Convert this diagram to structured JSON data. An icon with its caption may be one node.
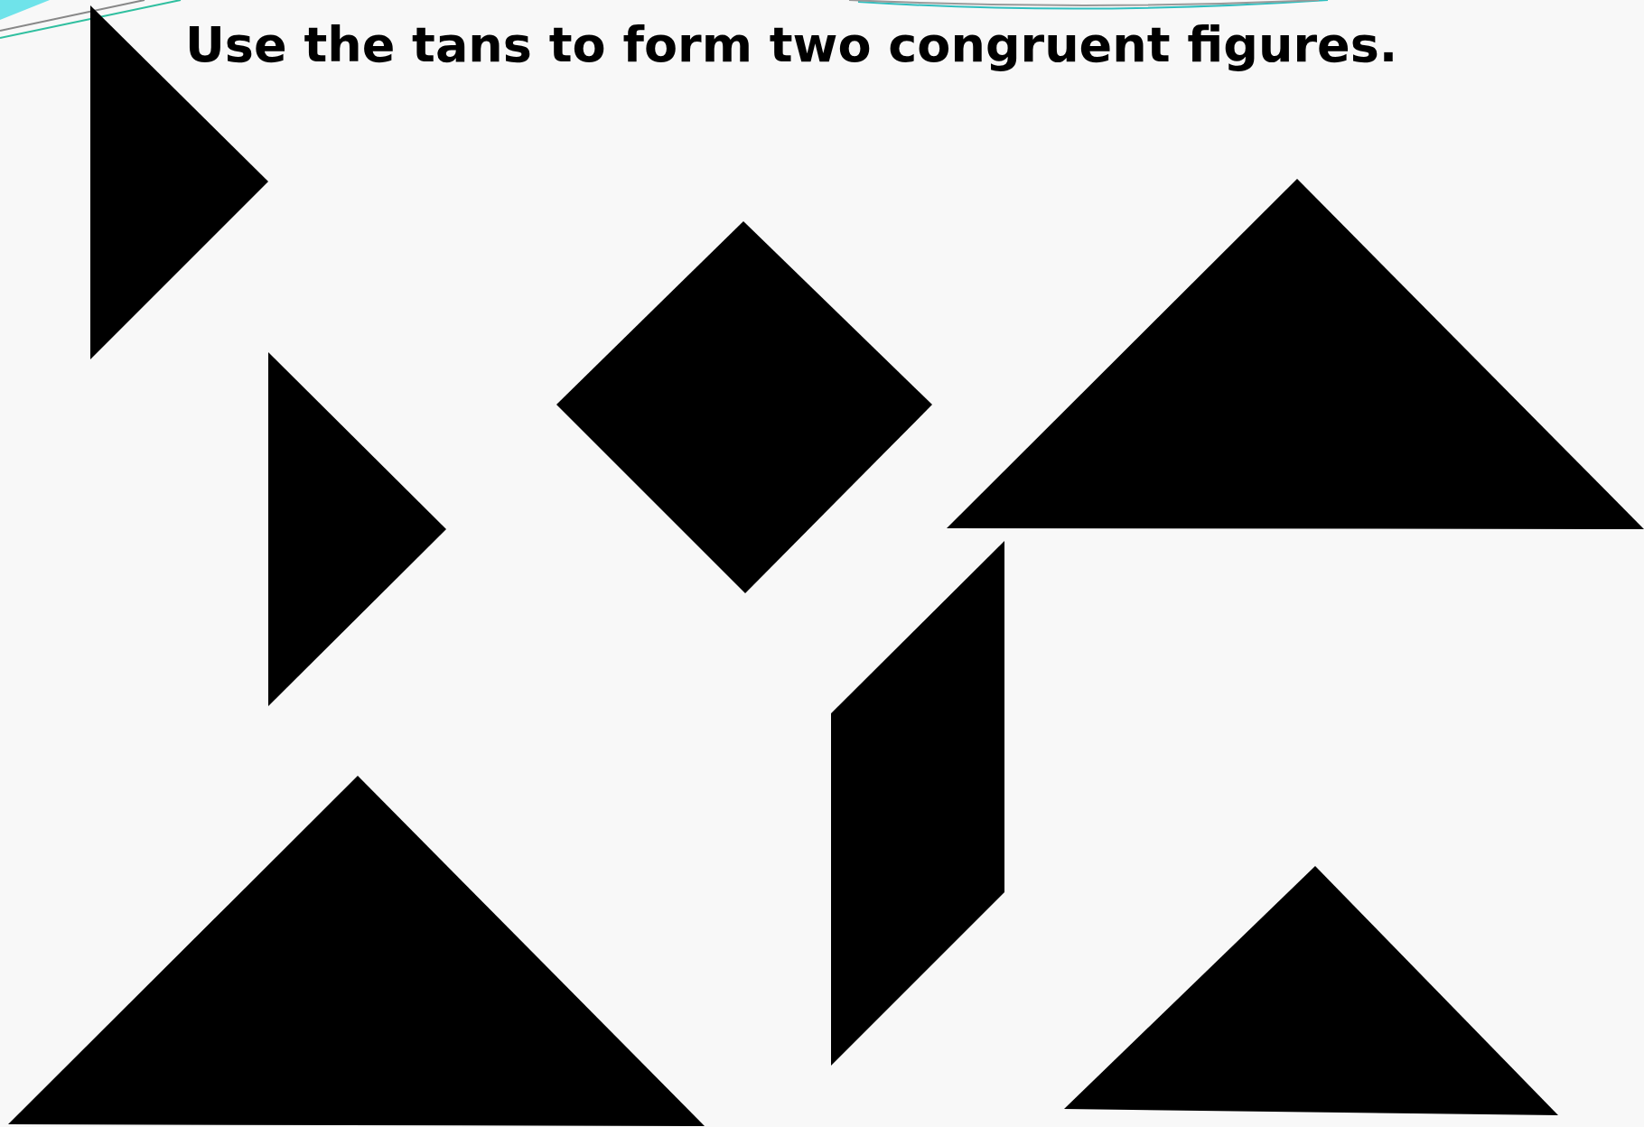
{
  "diagram": {
    "title": "Use the tans to form two congruent figures.",
    "nodes": [
      {
        "text": [],
        "shape": "triangle"
      },
      {
        "text": [],
        "shape": "triangle"
      },
      {
        "text": [],
        "shape": "square"
      },
      {
        "text": [],
        "shape": "triangle"
      },
      {
        "text": [],
        "shape": "parallelogram"
      },
      {
        "text": [],
        "shape": "triangle"
      },
      {
        "text": [],
        "shape": "triangle"
      }
    ]
  }
}
